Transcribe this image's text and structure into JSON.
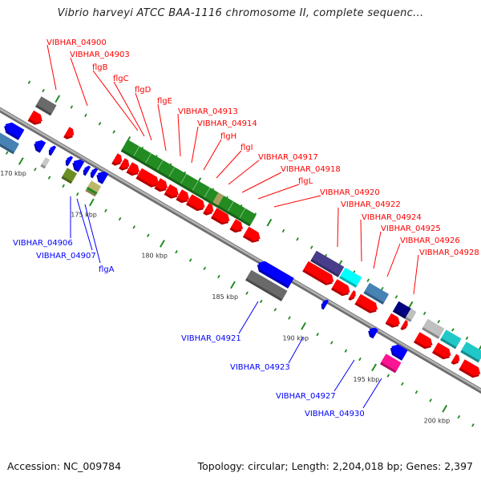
{
  "title": "Vibrio harveyi ATCC BAA-1116 chromosome II, complete sequenc...",
  "footer": {
    "accession": "Accession: NC_009784",
    "topology": "Topology: circular; Length: 2,204,018 bp; Genes: 2,397"
  },
  "ticks": {
    "labels": [
      "170 kbp",
      "175 kbp",
      "180 kbp",
      "185 kbp",
      "190 kbp",
      "195 kbp",
      "200 kbp"
    ],
    "color": "#228b22"
  },
  "colors": {
    "forward_label": "#ff0000",
    "reverse_label": "#0000ff",
    "backbone": "#8c8c8c"
  },
  "forward_labels": [
    "VIBHAR_04900",
    "VIBHAR_04903",
    "flgB",
    "flgC",
    "flgD",
    "flgE",
    "VIBHAR_04913",
    "VIBHAR_04914",
    "flgH",
    "flgI",
    "VIBHAR_04917",
    "VIBHAR_04918",
    "flgL",
    "VIBHAR_04920",
    "VIBHAR_04922",
    "VIBHAR_04924",
    "VIBHAR_04925",
    "VIBHAR_04926",
    "VIBHAR_04928"
  ],
  "reverse_labels": [
    "VIBHAR_04906",
    "VIBHAR_04907",
    "flgA",
    "VIBHAR_04921",
    "VIBHAR_04923",
    "VIBHAR_04927",
    "VIBHAR_04930"
  ]
}
